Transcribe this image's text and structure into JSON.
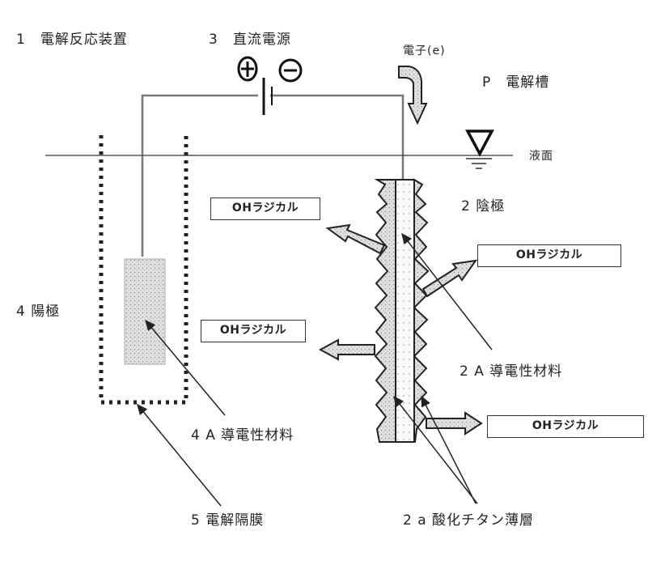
{
  "labels": {
    "apparatus": "1　電解反応装置",
    "power_source": "3　直流電源",
    "electron": "電子(e)",
    "tank": "P　電解槽",
    "liquid_surface": "液面",
    "cathode": "2 陰極",
    "anode": "4 陽極",
    "cathode_conductive": "2 A 導電性材料",
    "anode_conductive": "4 A 導電性材料",
    "membrane": "5 電解隔膜",
    "titanium_oxide": "2 a 酸化チタン薄層"
  },
  "oh_radicals": [
    "OHラジカル",
    "OHラジカル",
    "OHラジカル",
    "OHラジカル"
  ],
  "icons": {
    "plus": "+",
    "minus": "−"
  },
  "colors": {
    "line": "#333333",
    "fill_gray": "#cfcfcf",
    "arrow_fill": "#dddddd"
  }
}
